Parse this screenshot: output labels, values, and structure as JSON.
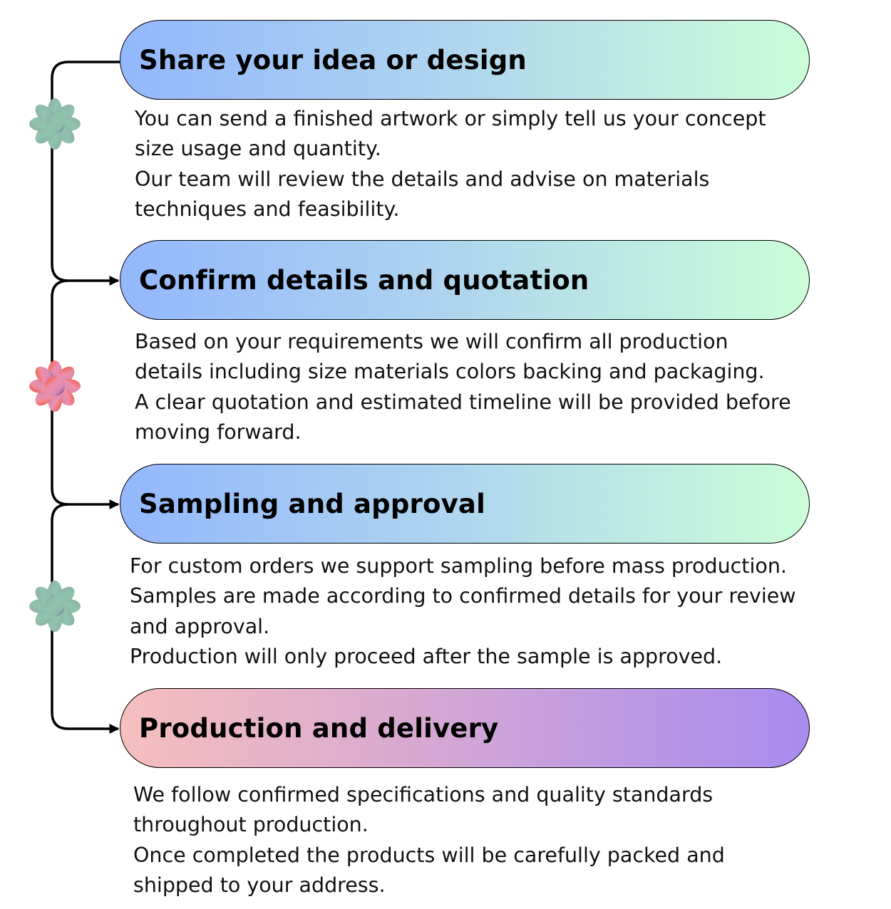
{
  "steps": [
    {
      "title": "Share your idea or design",
      "lines": [
        "You can send a finished artwork or simply tell us your concept",
        "size usage and quantity.",
        "Our team will review the details and advise on materials",
        "techniques and feasibility."
      ]
    },
    {
      "title": "Confirm details and quotation",
      "lines": [
        "Based on your requirements we will confirm all production",
        "details including size materials colors backing and packaging.",
        "A clear quotation and estimated timeline will be provided before",
        "moving forward."
      ]
    },
    {
      "title": "Sampling and approval",
      "lines": [
        "For custom orders we support sampling before mass production.",
        "Samples are made according to confirmed details for your review",
        "and approval.",
        "Production will only proceed after the sample is approved."
      ]
    },
    {
      "title": "Production and delivery",
      "lines": [
        "We follow confirmed specifications and quality standards",
        "throughout production.",
        "Once completed the products will be carefully packed and",
        "shipped to your address."
      ]
    }
  ],
  "icons": [
    "flower-icon",
    "arrow-icon"
  ],
  "colors": {
    "blue_start": "#93b7fd",
    "blue_end": "#ccfed8",
    "pink_start": "#f6bfbd",
    "pink_end": "#a98bf1"
  }
}
